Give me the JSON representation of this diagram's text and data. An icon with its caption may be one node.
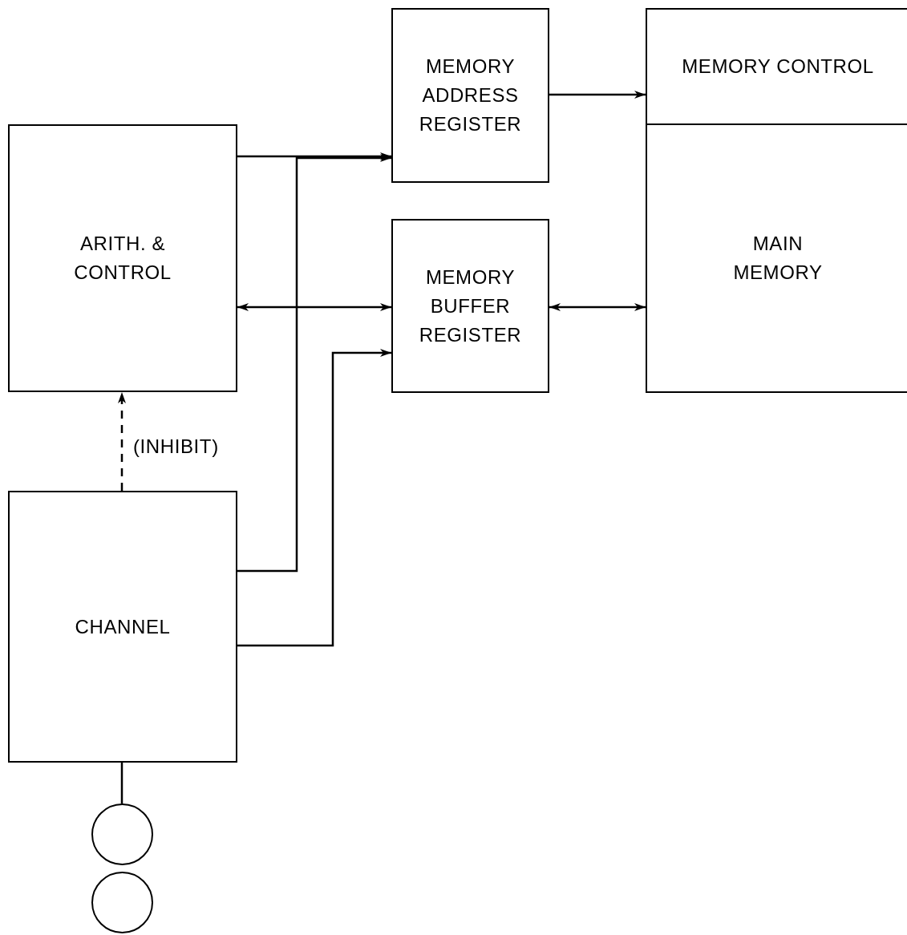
{
  "diagram": {
    "nodes": [
      {
        "text": [
          "ARITH. & CONTROL"
        ]
      },
      {
        "text": [
          "MEMORY ADDRESS REGISTER"
        ]
      },
      {
        "text": [
          "MEMORY BUFFER REGISTER"
        ]
      },
      {
        "text": [
          "MEMORY CONTROL"
        ]
      },
      {
        "text": [
          "MAIN MEMORY"
        ]
      },
      {
        "text": [
          "CHANNEL"
        ]
      },
      {
        "text": [],
        "shape": "circle"
      },
      {
        "text": [],
        "shape": "circle"
      }
    ],
    "edges": [
      {
        "from": 0,
        "to": 1,
        "arrow": "to"
      },
      {
        "from": 5,
        "to": 1,
        "arrow": "to"
      },
      {
        "from": 1,
        "to": 3,
        "arrow": "to"
      },
      {
        "from": 0,
        "to": 2,
        "arrow": "both"
      },
      {
        "from": 5,
        "to": 2,
        "arrow": "to"
      },
      {
        "from": 2,
        "to": 4,
        "arrow": "both"
      },
      {
        "from": 5,
        "to": 0,
        "arrow": "to",
        "style": "dashed",
        "label": "(INHIBIT)"
      },
      {
        "from": 5,
        "to": 6,
        "arrow": "none"
      }
    ]
  }
}
